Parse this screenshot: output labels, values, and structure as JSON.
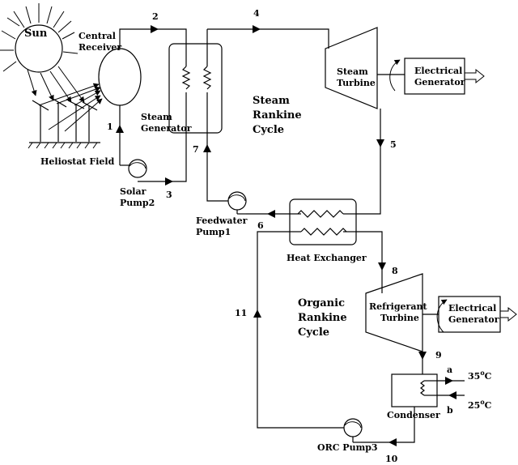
{
  "labels": {
    "sun": "Sun",
    "central_receiver_1": "Central",
    "central_receiver_2": "Receiver",
    "heliostat_field": "Heliostat Field",
    "steam_generator_1": "Steam",
    "steam_generator_2": "Generator",
    "solar_pump_1": "Solar",
    "solar_pump_2": "Pump2",
    "steam_turbine_1": "Steam",
    "steam_turbine_2": "Turbine",
    "electrical_generator_1_a": "Electrical",
    "electrical_generator_1_b": "Generator",
    "steam_rankine_1": "Steam",
    "steam_rankine_2": "Rankine",
    "steam_rankine_3": "Cycle",
    "feedwater_pump_1": "Feedwater",
    "feedwater_pump_2": "Pump1",
    "heat_exchanger": "Heat Exchanger",
    "organic_rankine_1": "Organic",
    "organic_rankine_2": "Rankine",
    "organic_rankine_3": "Cycle",
    "refrigerant_turbine_1": "Refrigerant",
    "refrigerant_turbine_2": "Turbine",
    "electrical_generator_2_a": "Electrical",
    "electrical_generator_2_b": "Generator",
    "condenser": "Condenser",
    "orc_pump": "ORC Pump3",
    "temp_a": "35",
    "temp_b": "25",
    "temp_unit_sup": "o",
    "temp_unit": "C",
    "stream_a": "a",
    "stream_b": "b"
  },
  "state_points": [
    "1",
    "2",
    "3",
    "4",
    "5",
    "6",
    "7",
    "8",
    "9",
    "10",
    "11"
  ]
}
